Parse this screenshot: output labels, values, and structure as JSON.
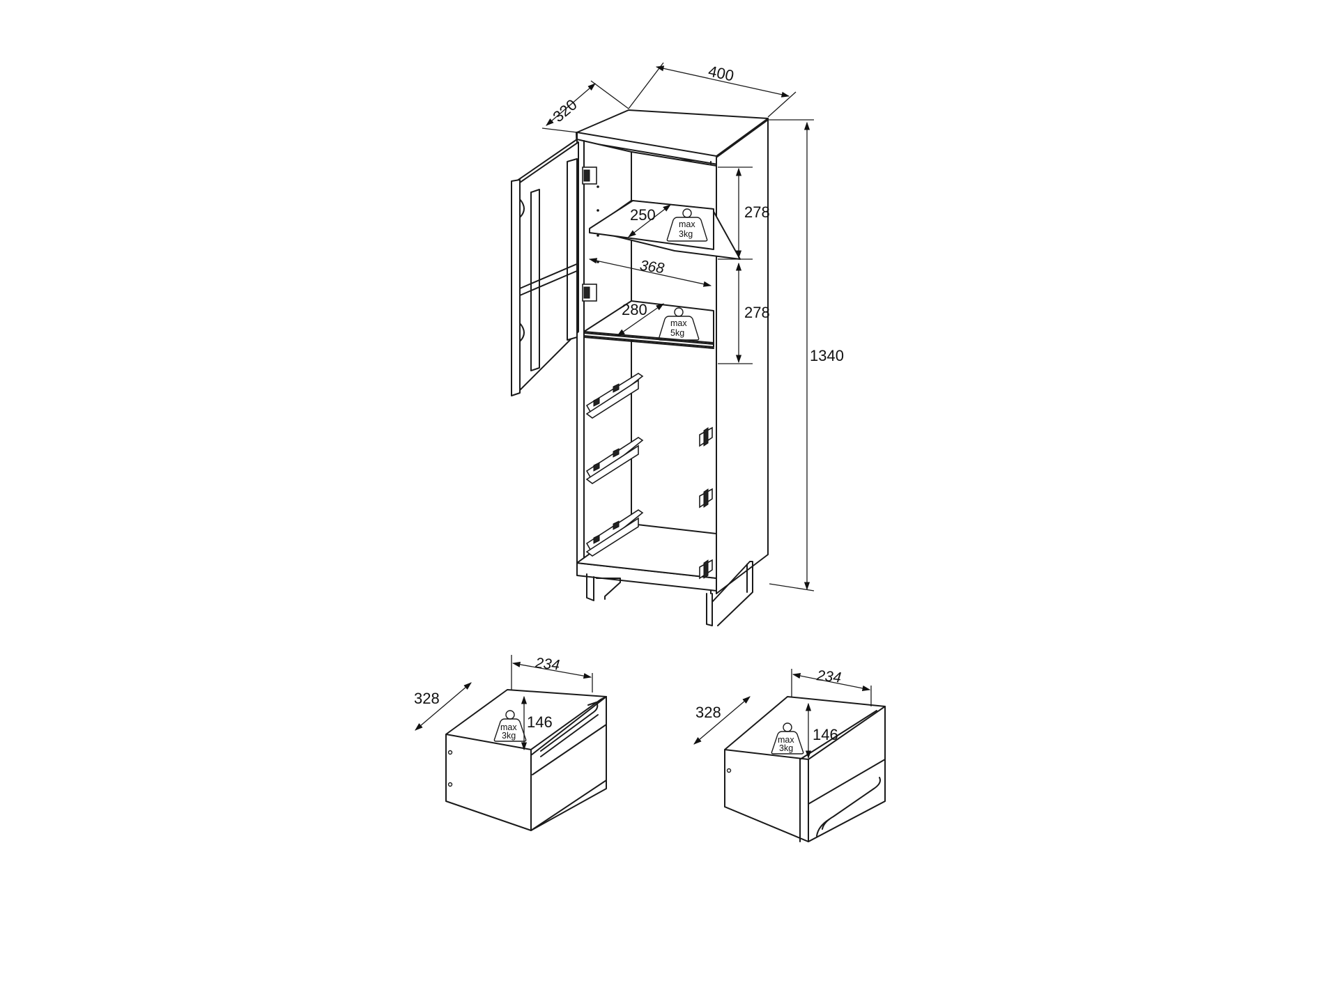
{
  "cabinet": {
    "width": "400",
    "depth": "320",
    "height": "1340",
    "upper_compartment_height": "278",
    "lower_compartment_height": "278",
    "inner_width": "368",
    "top_shelf_depth": "250",
    "middle_shelf_depth": "280",
    "top_shelf_load_line1": "max",
    "top_shelf_load_line2": "3kg",
    "middle_shelf_load_line1": "max",
    "middle_shelf_load_line2": "5kg"
  },
  "drawer_left": {
    "width": "234",
    "depth": "328",
    "height": "146",
    "load_line1": "max",
    "load_line2": "3kg"
  },
  "drawer_right": {
    "width": "234",
    "depth": "328",
    "height": "146",
    "load_line1": "max",
    "load_line2": "3kg"
  }
}
